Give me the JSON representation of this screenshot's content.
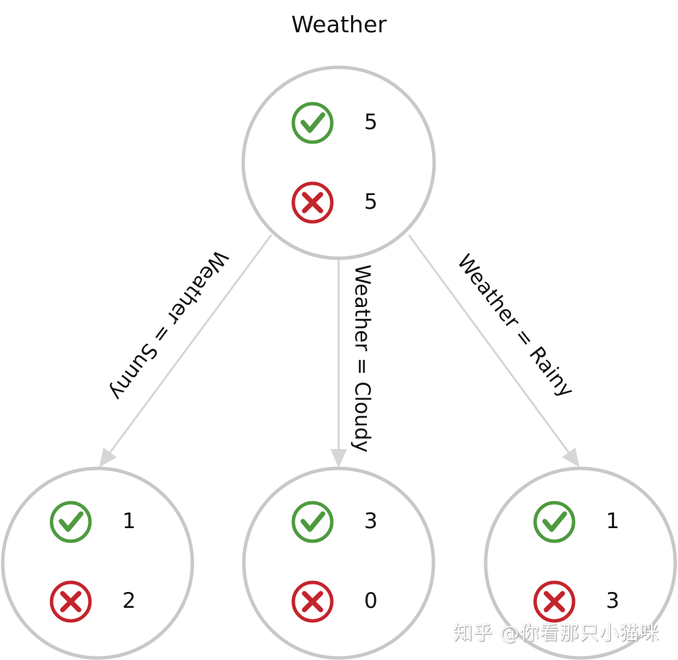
{
  "title": "Weather",
  "root": {
    "yes": "5",
    "no": "5"
  },
  "branches": [
    {
      "label": "Weather = Sunny",
      "yes": "1",
      "no": "2"
    },
    {
      "label": "Weather = Cloudy",
      "yes": "3",
      "no": "0"
    },
    {
      "label": "Weather = Rainy",
      "yes": "1",
      "no": "3"
    }
  ],
  "icons": {
    "yes": "check-circle-icon",
    "no": "x-circle-icon"
  },
  "colors": {
    "yes": "#4e9a3e",
    "no": "#c4242b",
    "circle": "#c8c8c8",
    "edge": "#d6d6d6"
  },
  "watermark": "知乎 @你看那只小猫咪"
}
